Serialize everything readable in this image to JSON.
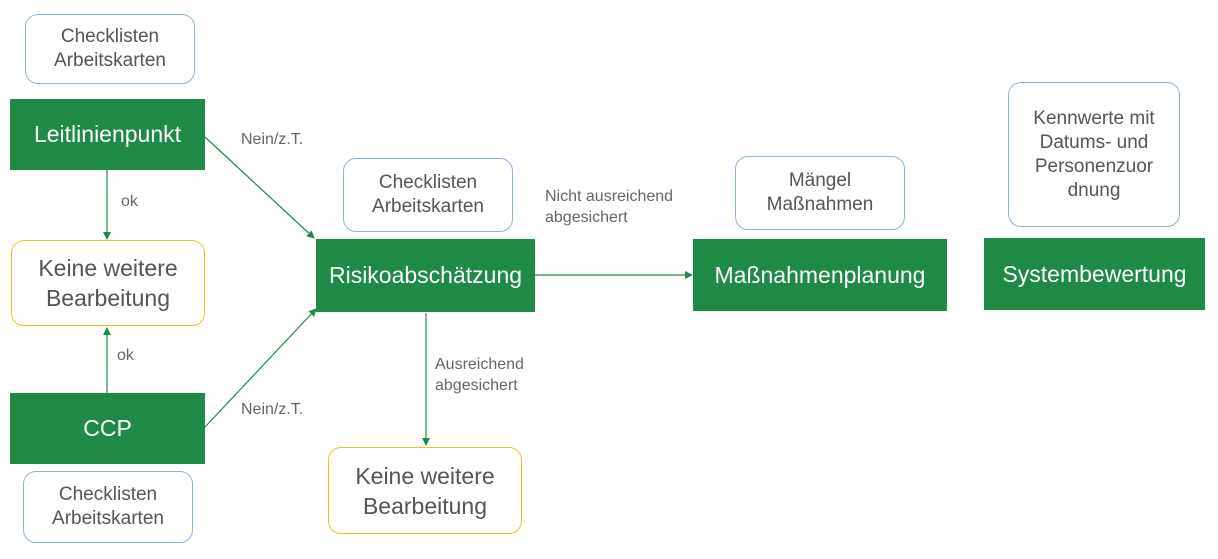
{
  "nodes": {
    "leitlinienpunkt": "Leitlinienpunkt",
    "ccp": "CCP",
    "risikoabschaetzung": "Risikoabschätzung",
    "massnahmenplanung": "Maßnahmenplanung",
    "systembewertung": "Systembewertung",
    "keine_weitere_1": [
      "Keine weitere",
      "Bearbeitung"
    ],
    "keine_weitere_2": [
      "Keine weitere",
      "Bearbeitung"
    ]
  },
  "notes": {
    "checklisten_top": [
      "Checklisten",
      "Arbeitskarten"
    ],
    "checklisten_bottom": [
      "Checklisten",
      "Arbeitskarten"
    ],
    "checklisten_middle": [
      "Checklisten",
      "Arbeitskarten"
    ],
    "maengel": [
      "Mängel",
      "Maßnahmen"
    ],
    "kennwerte": [
      "Kennwerte mit",
      "Datums- und",
      "Personenzuor",
      "dnung"
    ]
  },
  "edge_labels": {
    "ok_top": "ok",
    "ok_bottom": "ok",
    "nein_top": "Nein/z.T.",
    "nein_bottom": "Nein/z.T.",
    "nicht_ausreichend": [
      "Nicht ausreichend",
      "abgesichert"
    ],
    "ausreichend": [
      "Ausreichend",
      "abgesichert"
    ]
  },
  "colors": {
    "process_fill": "#1e8a45",
    "arrow": "#1e8a45",
    "note_border": "#8fb2dc",
    "end_border": "#f0c419"
  }
}
